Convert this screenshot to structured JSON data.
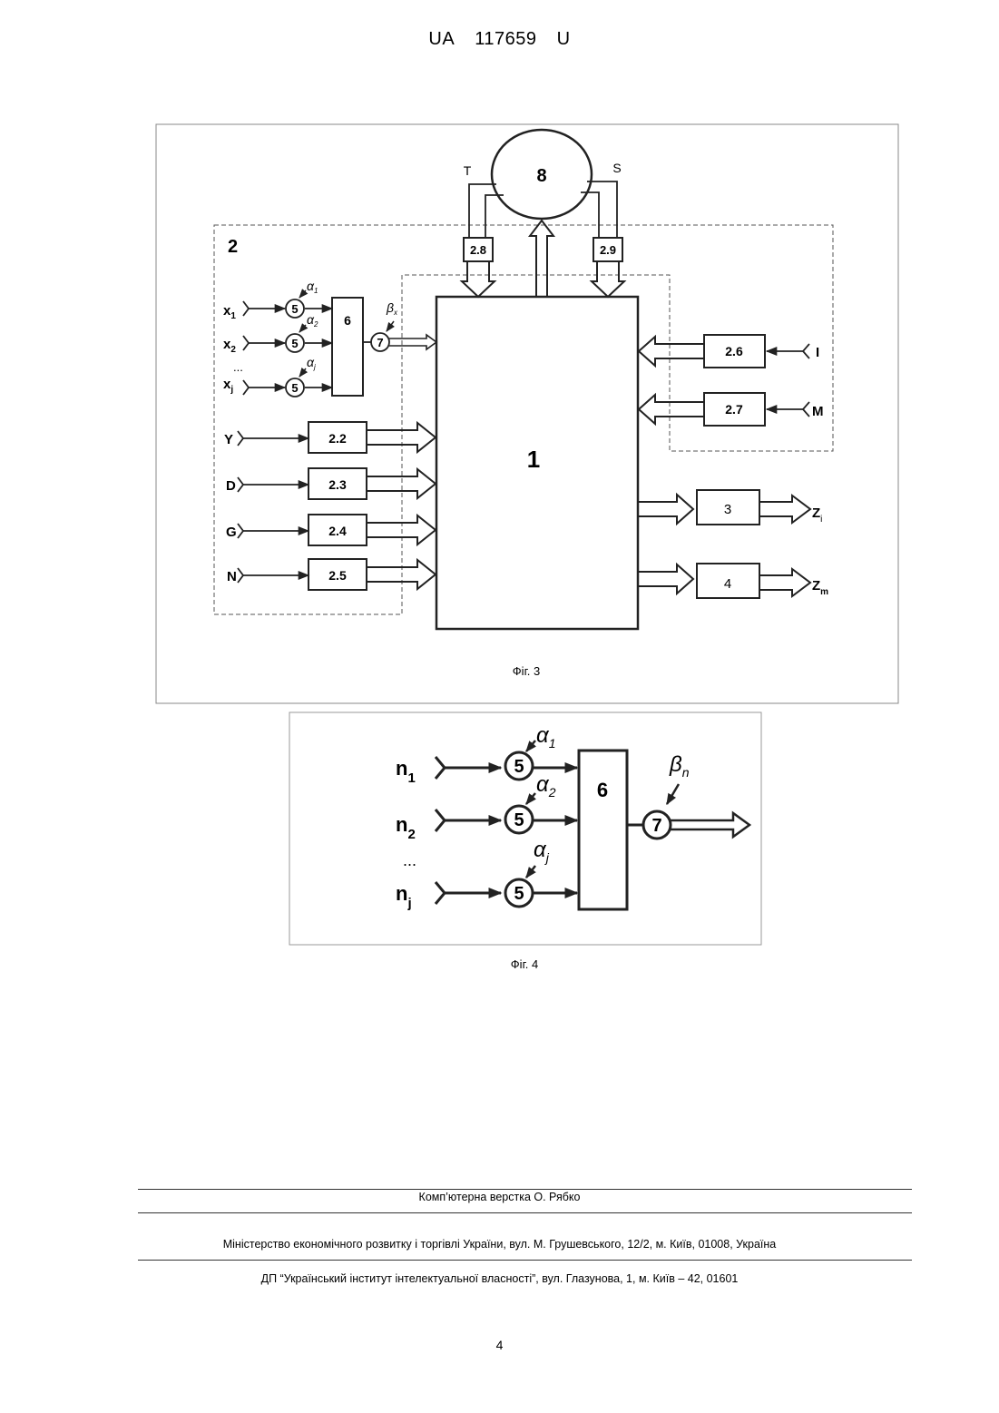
{
  "header": {
    "prefix": "UA",
    "number": "117659",
    "kind": "U"
  },
  "fig3": {
    "caption": "Фіг. 3",
    "block_2_label": "2",
    "block_1_label": "1",
    "block_8_label": "8",
    "t_label": "T",
    "s_label": "S",
    "sub_blocks": [
      "2.2",
      "2.3",
      "2.4",
      "2.5",
      "2.6",
      "2.7",
      "2.8",
      "2.9"
    ],
    "inputs_left": [
      "Y",
      "D",
      "G",
      "N"
    ],
    "inputs_right": [
      "I",
      "M"
    ],
    "x_inputs": [
      "x1",
      "x2",
      "xj"
    ],
    "x_labels": {
      "x": "x",
      "sub1": "1",
      "sub2": "2",
      "subj": "j"
    },
    "ellipsis": "...",
    "unit5": "5",
    "unit6": "6",
    "unit7": "7",
    "alpha": "α",
    "alpha_subs": [
      "1",
      "2",
      "j"
    ],
    "beta": "β",
    "beta_sub": "x",
    "out_blocks": [
      "3",
      "4"
    ],
    "z_label": "Z",
    "z_subs": [
      "i",
      "m"
    ]
  },
  "fig4": {
    "caption": "Фіг. 4",
    "n_label": "n",
    "n_subs": [
      "1",
      "2",
      "j"
    ],
    "ellipsis": "...",
    "unit5": "5",
    "unit6": "6",
    "unit7": "7",
    "alpha": "α",
    "alpha_subs": [
      "1",
      "2",
      "j"
    ],
    "beta": "β",
    "beta_sub": "n"
  },
  "footer": {
    "layout_credit": "Комп’ютерна верстка О. Рябко",
    "ministry": "Міністерство економічного розвитку і торгівлі України, вул. М. Грушевського, 12/2, м. Київ, 01008, Україна",
    "institute": "ДП “Український інститут інтелектуальної власності”, вул. Глазунова, 1, м. Київ – 42, 01601",
    "page_number": "4"
  }
}
